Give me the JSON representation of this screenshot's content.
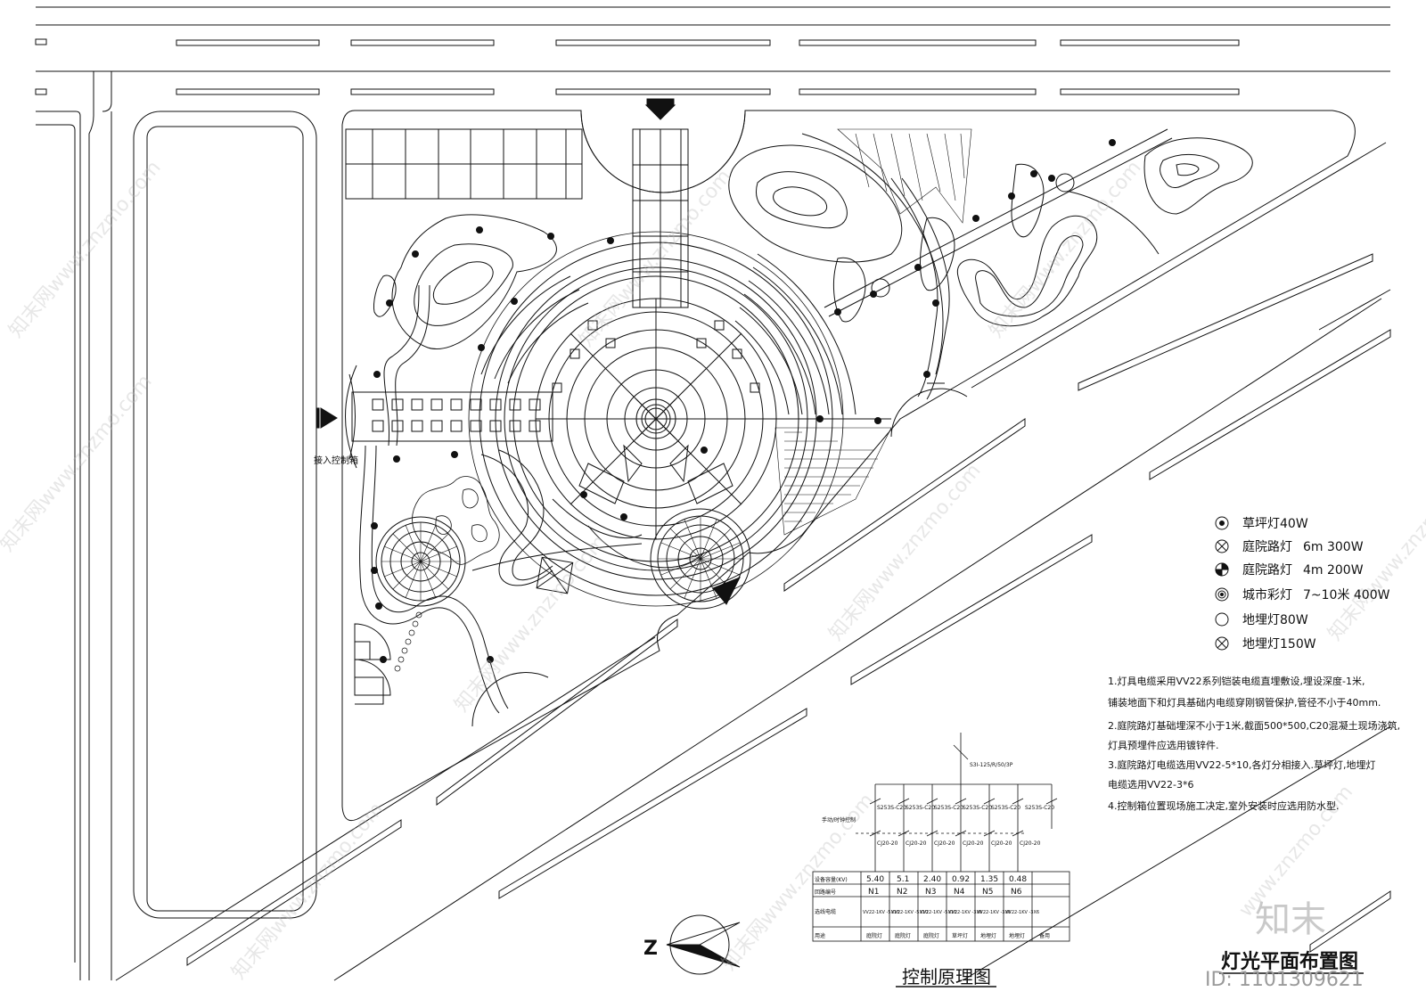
{
  "drawing": {
    "title": "灯光平面布置图",
    "control_title": "控制原理图",
    "north_label": "Z",
    "entry_label": "接入控制箱",
    "id_label": "ID: 1101309621",
    "brand_logo": "知末",
    "watermark_text": "知末网www.znzmo.com",
    "watermark_text_short": "www.znzmo.com"
  },
  "legend": [
    {
      "label": "草坪灯",
      "spec": "40W",
      "symbol": "lawn-lamp"
    },
    {
      "label": "庭院路灯",
      "spec": "6m  300W",
      "symbol": "courtyard-lamp-6m"
    },
    {
      "label": "庭院路灯",
      "spec": "4m  200W",
      "symbol": "courtyard-lamp-4m"
    },
    {
      "label": "城市彩灯",
      "spec": "7~10米  400W",
      "symbol": "city-color-lamp"
    },
    {
      "label": "地埋灯",
      "spec": "80W",
      "symbol": "inground-lamp-80"
    },
    {
      "label": "地埋灯",
      "spec": "150W",
      "symbol": "inground-lamp-150"
    }
  ],
  "notes": [
    "1.灯具电缆采用VV22系列铠装电缆直埋敷设,埋设深度-1米,",
    "铺装地面下和灯具基础内电缆穿刚钢管保护,管径不小于40mm.",
    "2.庭院路灯基础埋深不小于1米,截面500*500,C20混凝土现场浇筑,",
    "灯具预埋件应选用镀锌件.",
    "3.庭院路灯电缆选用VV22-5*10,各灯分相接入.草坪灯,地埋灯",
    "电缆选用VV22-3*6",
    "4.控制箱位置现场施工决定,室外安装时应选用防水型."
  ],
  "control_diagram": {
    "main_breaker": "S3I-125/R/50/3P",
    "breakers": [
      "S253S-C20",
      "S253S-C20",
      "S253S-C20",
      "S253S-C20",
      "S253S-C20",
      "S253S-C20"
    ],
    "contactors": [
      "CJ20-20",
      "CJ20-20",
      "CJ20-20",
      "CJ20-20",
      "CJ20-20",
      "CJ20-20"
    ],
    "manual_label": "手动/时钟控制",
    "row_headers": [
      "设备容量(KV)",
      "回路编号",
      "选线电缆",
      "用途"
    ],
    "capacities": [
      "5.40",
      "5.1",
      "2.40",
      "0.92",
      "1.35",
      "0.48",
      ""
    ],
    "circuits": [
      "N1",
      "N2",
      "N3",
      "N4",
      "N5",
      "N6",
      ""
    ],
    "cables": [
      "VV22-1KV -5X10",
      "VV22-1KV -5X10",
      "VV22-1KV -5X10",
      "VV22-1KV -3X6",
      "VV22-1KV -3X6",
      "VV22-1KV -3X6",
      ""
    ],
    "uses": [
      "庭院灯",
      "庭院灯",
      "庭院灯",
      "草坪灯",
      "地埋灯",
      "地埋灯",
      "备用"
    ]
  }
}
